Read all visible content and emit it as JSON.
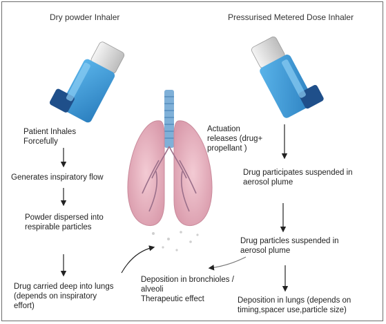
{
  "left": {
    "title": "Dry powder Inhaler",
    "steps": [
      [
        "Patient Inhales",
        "Forcefully"
      ],
      [
        "Generates inspiratory flow"
      ],
      [
        "Powder dispersed into",
        "respirable particles"
      ],
      [
        "Drug carried deep into lungs",
        "(depends on inspiratory",
        "effort)"
      ]
    ]
  },
  "right": {
    "title": "Pressurised Metered Dose Inhaler",
    "steps": [
      [
        "Actuation",
        "releases (drug+",
        "propellant )"
      ],
      [
        "Drug participates suspended in",
        "aerosol plume"
      ],
      [
        "Drug particles suspended in",
        "aerosol plume"
      ],
      [
        "Deposition in lungs (depends on",
        "timing,spacer use,particle size)"
      ]
    ]
  },
  "center": {
    "deposition": [
      "Deposition in bronchioles /",
      "alveoli",
      "Therapeutic effect"
    ]
  },
  "colors": {
    "inhaler_body": "#3b97d3",
    "inhaler_cap": "#e8e8e8",
    "lung": "#e9b3c0",
    "trachea": "#7fb0d8",
    "arrow": "#222222"
  }
}
